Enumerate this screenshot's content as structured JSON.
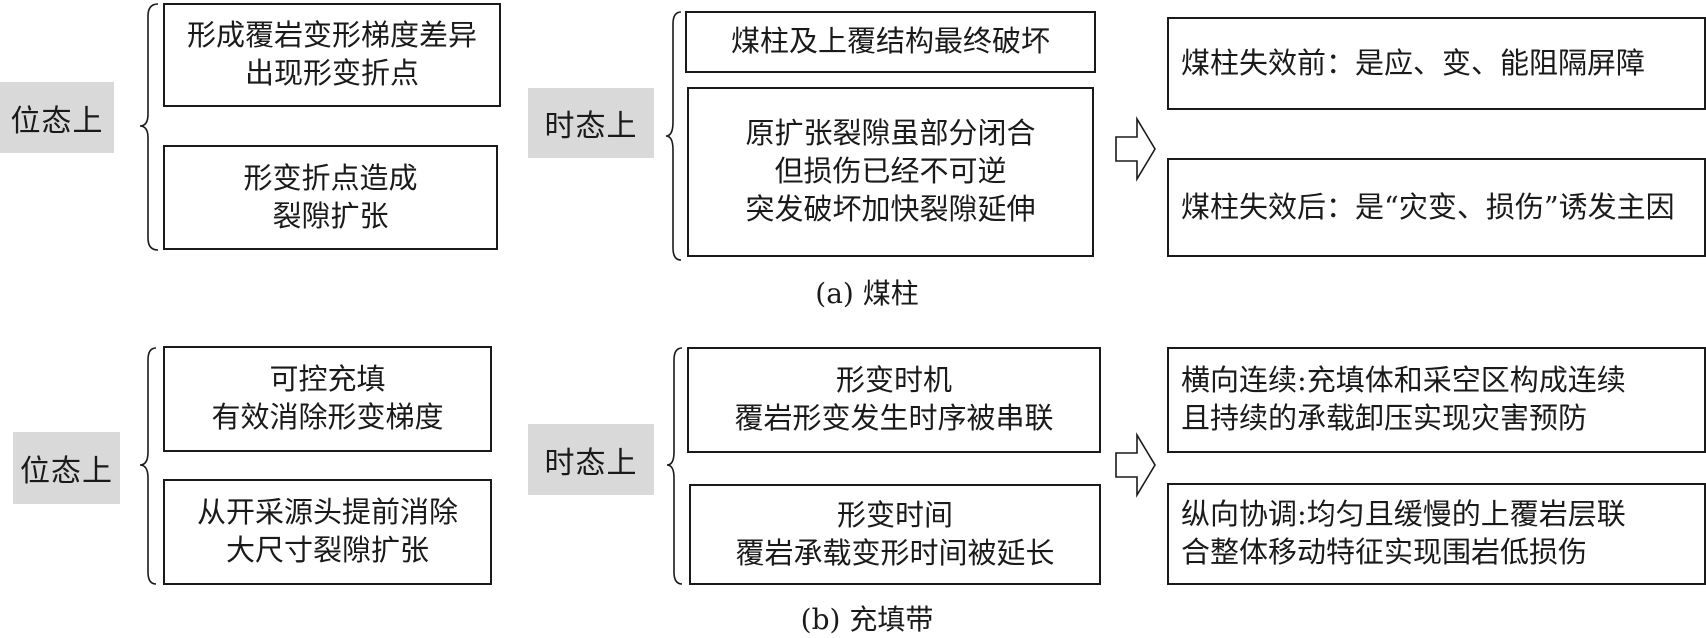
{
  "panel_a": {
    "spatial_label": "位态上",
    "spatial_items": [
      {
        "lines": [
          "形成覆岩变形梯度差异",
          "出现形变折点"
        ]
      },
      {
        "lines": [
          "形变折点造成",
          "裂隙扩张"
        ]
      }
    ],
    "temporal_label": "时态上",
    "temporal_items": [
      {
        "lines": [
          "煤柱及上覆结构最终破坏"
        ]
      },
      {
        "lines": [
          "原扩张裂隙虽部分闭合",
          "但损伤已经不可逆",
          "突发破坏加快裂隙延伸"
        ]
      }
    ],
    "result_items": [
      {
        "lines": [
          "煤柱失效前：是应、变、能阻隔屏障"
        ]
      },
      {
        "lines": [
          "煤柱失效后：是“灾变、损伤”诱发主因"
        ]
      }
    ],
    "caption": "(a)  煤柱"
  },
  "panel_b": {
    "spatial_label": "位态上",
    "spatial_items": [
      {
        "lines": [
          "可控充填",
          "有效消除形变梯度"
        ]
      },
      {
        "lines": [
          "从开采源头提前消除",
          "大尺寸裂隙扩张"
        ]
      }
    ],
    "temporal_label": "时态上",
    "temporal_items": [
      {
        "lines": [
          "形变时机",
          "覆岩形变发生时序被串联"
        ]
      },
      {
        "lines": [
          "形变时间",
          "覆岩承载变形时间被延长"
        ]
      }
    ],
    "result_items": [
      {
        "lines": [
          "横向连续:充填体和采空区构成连续",
          "且持续的承载卸压实现灾害预防"
        ]
      },
      {
        "lines": [
          "纵向协调:均匀且缓慢的上覆岩层联",
          "合整体移动特征实现围岩低损伤"
        ]
      }
    ],
    "caption": "(b)  充填带"
  },
  "colors": {
    "label_bg": "#d9d9d9",
    "stroke": "#1a1a1a"
  }
}
